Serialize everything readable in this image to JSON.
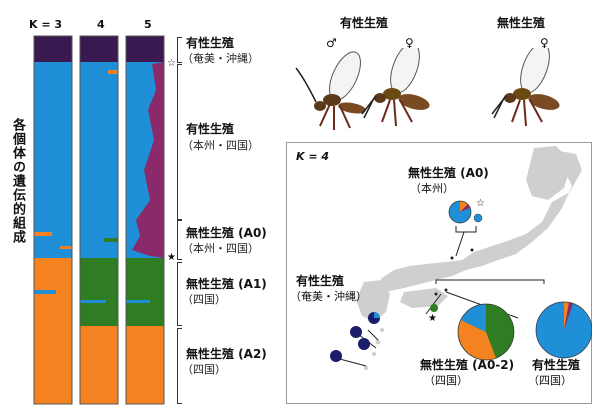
{
  "k_labels": [
    "K = 3",
    "4",
    "5"
  ],
  "y_axis_label": "各個体の遺伝的組成",
  "groups": [
    {
      "title": "有性生殖",
      "sub": "（奄美・沖縄）"
    },
    {
      "title": "有性生殖",
      "sub": "（本州・四国）"
    },
    {
      "title": "無性生殖 (A0)",
      "sub": "（本州・四国）"
    },
    {
      "title": "無性生殖 (A1)",
      "sub": "（四国）"
    },
    {
      "title": "無性生殖 (A2)",
      "sub": "（四国）"
    }
  ],
  "markers": {
    "open_star": "☆",
    "filled_star": "★"
  },
  "wasps": {
    "sexual_label": "有性生殖",
    "asexual_label": "無性生殖",
    "male_symbol": "♂",
    "female_symbol": "♀"
  },
  "map": {
    "k_label": "K = 4",
    "a0_title": "無性生殖 (A0)",
    "a0_sub": "（本州）",
    "okinawa_title": "有性生殖",
    "okinawa_sub": "（奄美・沖縄）",
    "a02_title": "無性生殖 (A0-2)",
    "a02_sub": "（四国）",
    "shikoku_sex_title": "有性生殖",
    "shikoku_sex_sub": "（四国）"
  },
  "colors": {
    "purple": "#3a1850",
    "blue": "#1f8fd8",
    "orange": "#f58220",
    "green": "#2e7d22",
    "magenta": "#8b2a6a",
    "navy": "#1b1d6b",
    "land": "#cfcfcf"
  },
  "chart_data": {
    "type": "stacked-bar",
    "panels": [
      "K = 3",
      "4",
      "5"
    ],
    "group_sample_fractions": [
      0.07,
      0.4,
      0.16,
      0.18,
      0.19
    ]
  }
}
